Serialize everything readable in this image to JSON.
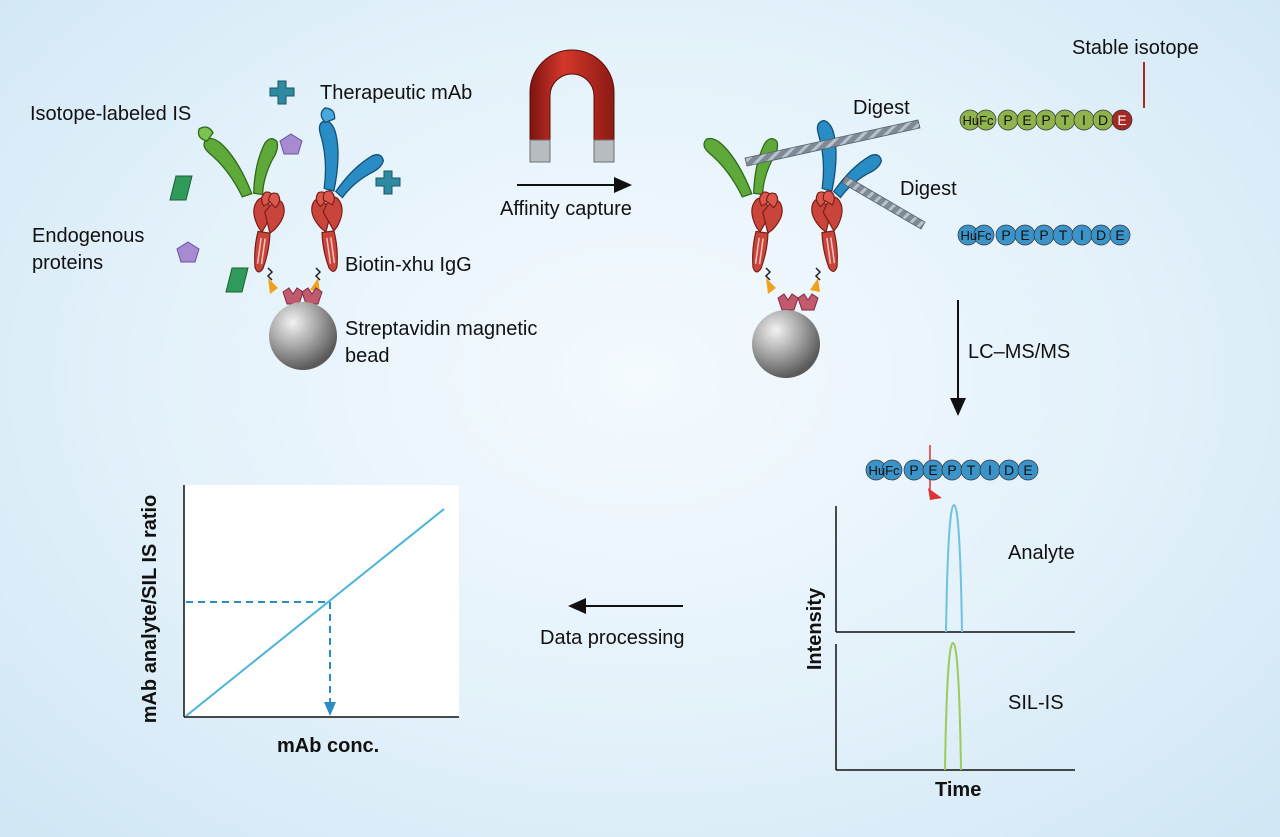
{
  "labels": {
    "isotope_labeled_is": "Isotope-labeled IS",
    "therapeutic_mab": "Therapeutic mAb",
    "endogenous_proteins_line1": "Endogenous",
    "endogenous_proteins_line2": "proteins",
    "biotin_xhu_igg": "Biotin-xhu IgG",
    "streptavidin_line1": "Streptavidin magnetic",
    "streptavidin_line2": "bead",
    "affinity_capture": "Affinity capture",
    "digest_top": "Digest",
    "digest_bottom": "Digest",
    "stable_isotope": "Stable isotope",
    "lc_ms_ms": "LC–MS/MS",
    "data_processing": "Data processing",
    "analyte": "Analyte",
    "sil_is": "SIL-IS",
    "intensity_axis": "Intensity",
    "time_axis": "Time",
    "ratio_axis": "mAb analyte/SIL IS ratio",
    "conc_axis": "mAb conc."
  },
  "peptide": {
    "prefix": "HuFc",
    "residues": [
      "P",
      "E",
      "P",
      "T",
      "I",
      "D",
      "E"
    ]
  },
  "colors": {
    "green_bead": "#8fb34d",
    "blue_bead": "#3a93c9",
    "labeled_bead": "#a32a22",
    "antibody_red": "#c9443a",
    "antibody_green": "#5fa83a",
    "antibody_blue": "#2a8cc4",
    "magnet_red": "#b8261f",
    "chromatogram_blue": "#6ec2e0",
    "chromatogram_green": "#9bcb5a",
    "calibration_line": "#4ab3d8"
  },
  "icons": [
    "magnet-icon",
    "streptavidin-bead-icon",
    "antibody-icon",
    "protein-icon"
  ]
}
